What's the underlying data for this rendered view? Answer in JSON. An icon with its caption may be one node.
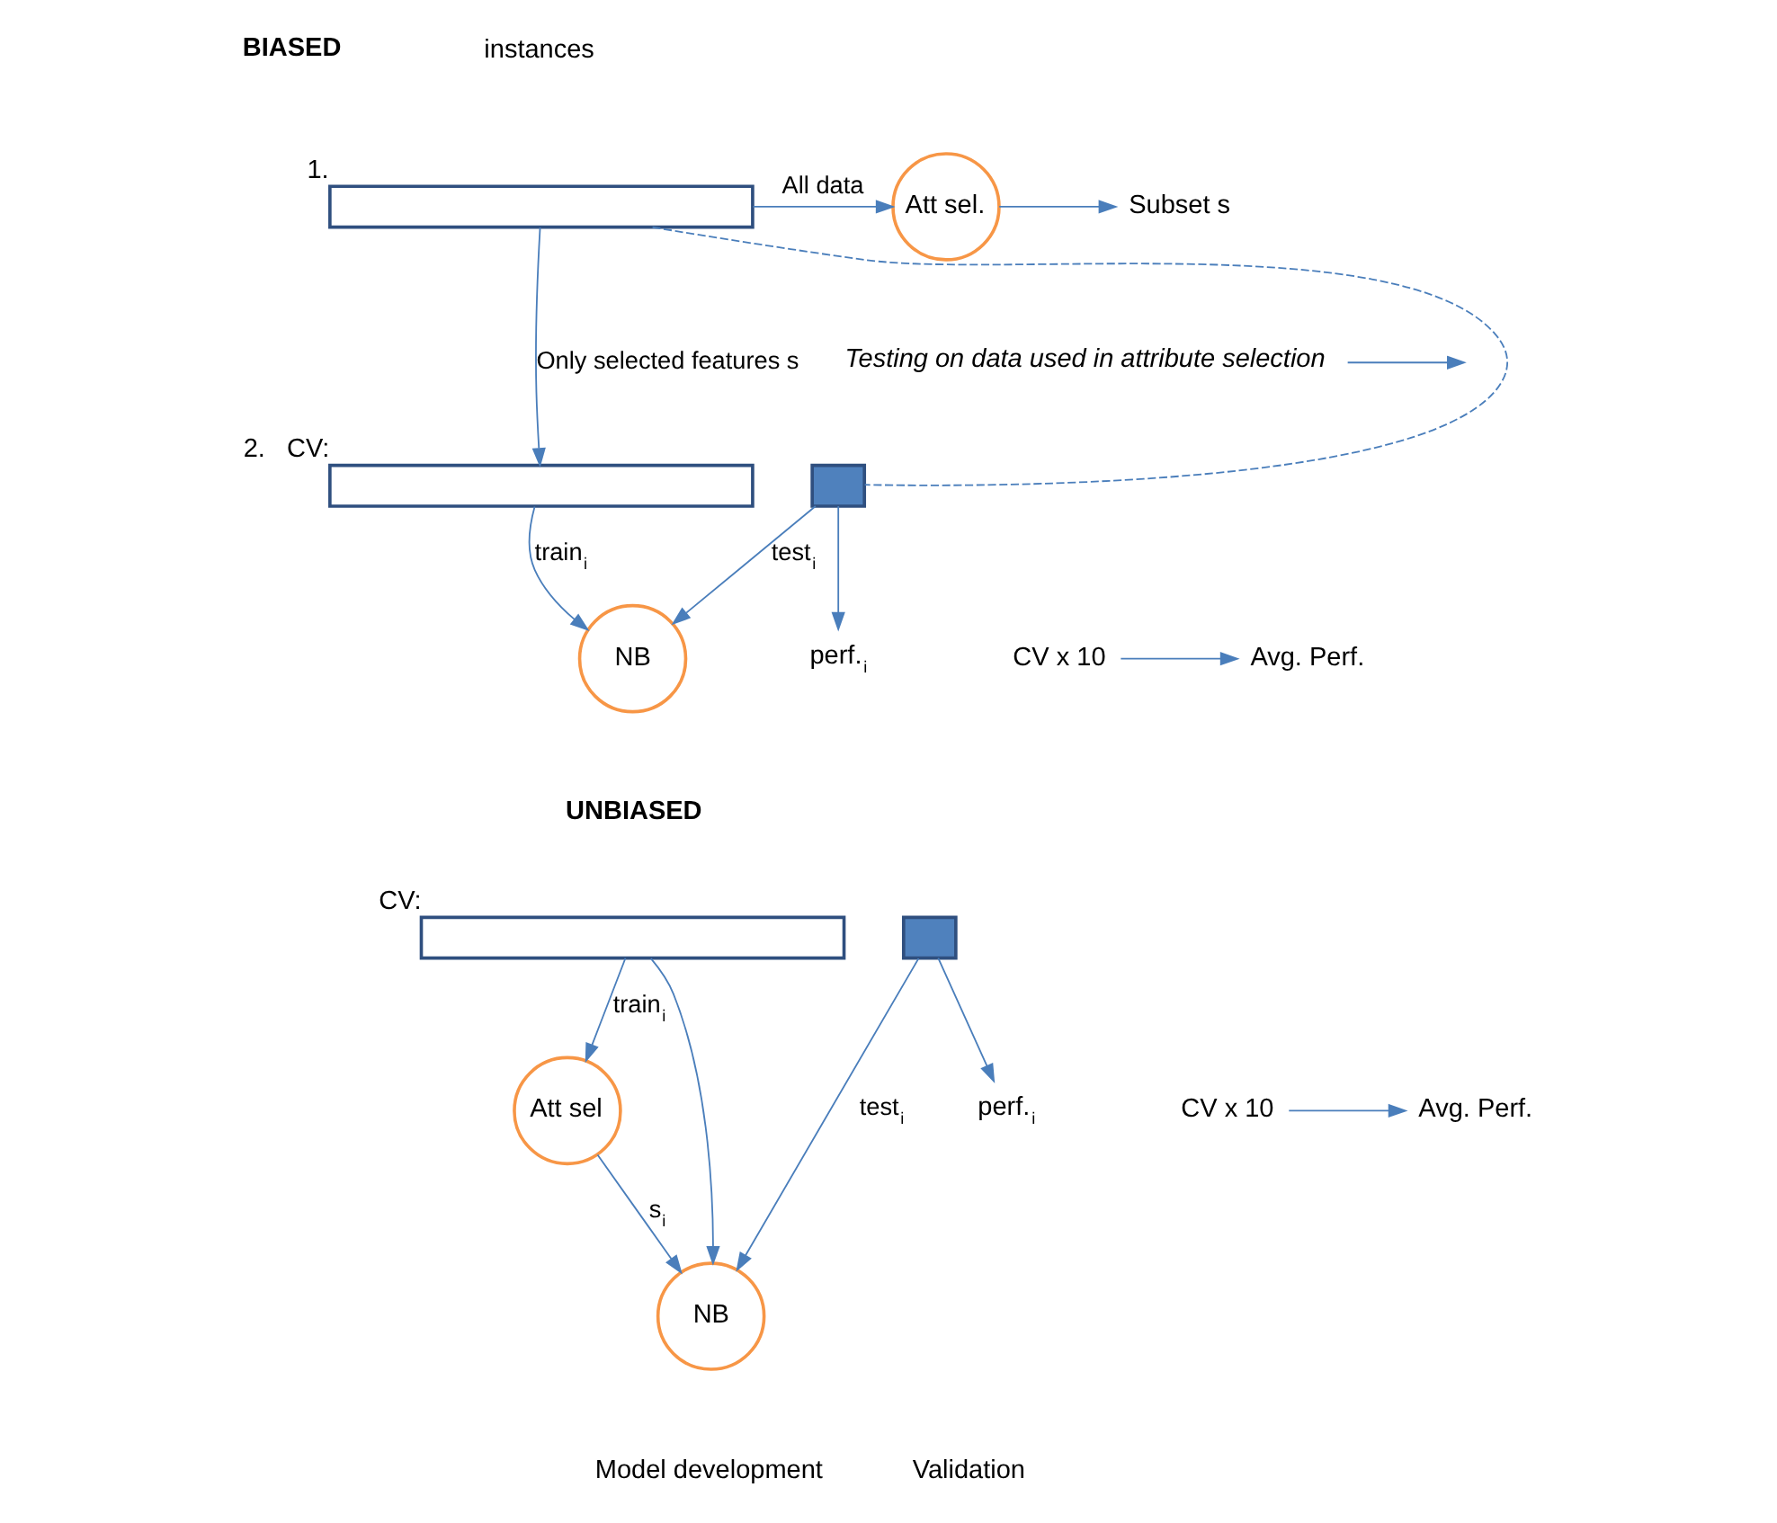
{
  "diagram": {
    "nodes": [
      {
        "text": [],
        "shape": "bar",
        "beside": [
          "1."
        ]
      },
      {
        "text": [
          "Att sel."
        ]
      },
      {
        "text": [
          "Subset s"
        ]
      },
      {
        "text": [
          "Testing on data used in attribute selection"
        ]
      },
      {
        "text": [],
        "shape": "bar",
        "beside": [
          "2.",
          "CV:"
        ]
      },
      {
        "text": [],
        "shape": "box"
      },
      {
        "text": [
          "NB"
        ]
      },
      {
        "text": [
          "perf.$_{i}$"
        ]
      },
      {
        "text": [
          "CV x 10"
        ]
      },
      {
        "text": [
          "Avg. Perf."
        ]
      },
      {
        "text": [],
        "shape": "bar",
        "beside": [
          "CV:"
        ]
      },
      {
        "text": [],
        "shape": "box"
      },
      {
        "text": [
          "Att sel"
        ]
      },
      {
        "text": [
          "NB"
        ]
      },
      {
        "text": [
          "perf.$_{i}$"
        ]
      },
      {
        "text": [
          "CV x 10"
        ]
      },
      {
        "text": [
          "Avg. Perf."
        ]
      }
    ],
    "edges": [
      {
        "from": 0,
        "to": 1,
        "arrow": "to",
        "label": "All data"
      },
      {
        "from": 1,
        "to": 2,
        "arrow": "to"
      },
      {
        "from": 0,
        "to": 4,
        "arrow": "to",
        "label": "Only selected features s"
      },
      {
        "from": 3,
        "to": null,
        "arrow": "to"
      },
      {
        "from": 0,
        "to": 5,
        "arrow": "none",
        "style": "dashed"
      },
      {
        "from": 4,
        "to": 6,
        "arrow": "to",
        "label": "train$_{i}$"
      },
      {
        "from": 5,
        "to": 6,
        "arrow": "to",
        "label": "test$_{i}$"
      },
      {
        "from": 5,
        "to": 7,
        "arrow": "to"
      },
      {
        "from": 8,
        "to": 9,
        "arrow": "to"
      },
      {
        "from": 10,
        "to": 12,
        "arrow": "to",
        "label": "train$_{i}$"
      },
      {
        "from": 10,
        "to": 13,
        "arrow": "to"
      },
      {
        "from": 12,
        "to": 13,
        "arrow": "to",
        "label": "s$_{i}$"
      },
      {
        "from": 11,
        "to": 13,
        "arrow": "to",
        "label": "test$_{i}$"
      },
      {
        "from": 11,
        "to": 14,
        "arrow": "to"
      },
      {
        "from": 15,
        "to": 16,
        "arrow": "to"
      }
    ],
    "labels": [
      "BIASED",
      "instances",
      "UNBIASED",
      "Model development",
      "Validation"
    ]
  }
}
